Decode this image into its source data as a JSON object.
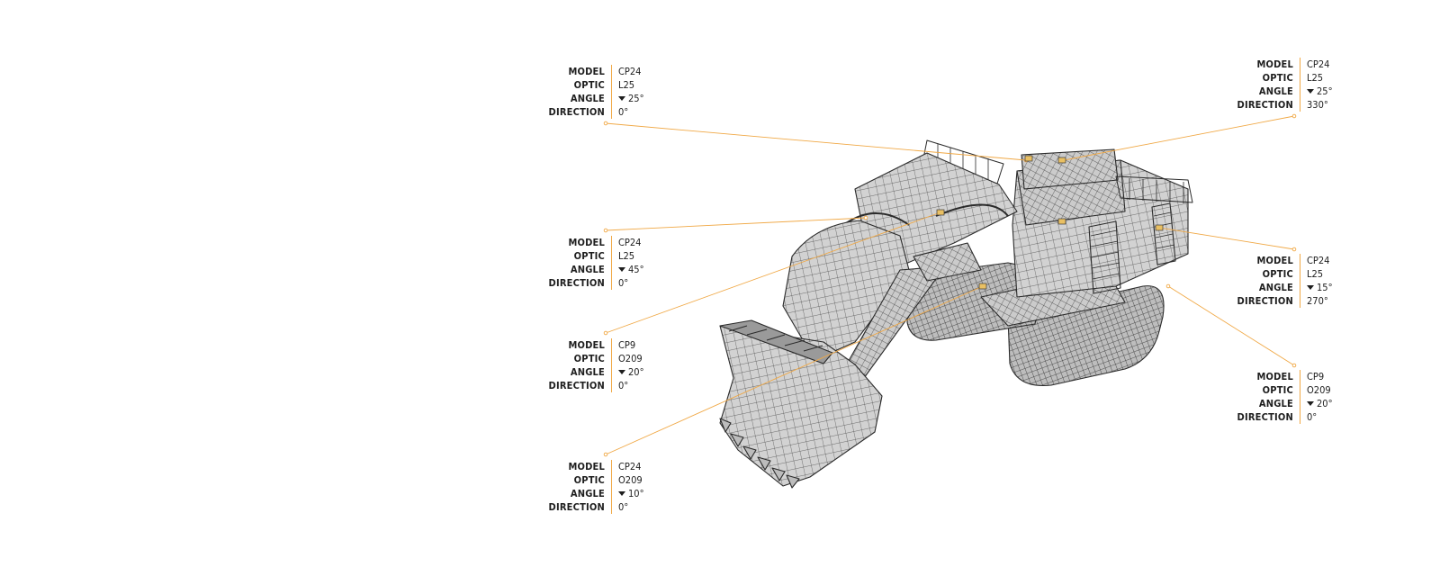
{
  "labels": {
    "model": "MODEL",
    "optic": "OPTIC",
    "angle": "ANGLE",
    "direction": "DIRECTION"
  },
  "colors": {
    "leader": "#f0a845",
    "mesh_fill": "#d2d2d2",
    "mesh_line": "#3a3a3a",
    "text": "#1e1e1e"
  },
  "cameras": [
    {
      "id": "cam-1",
      "model": "CP24",
      "optic": "L25",
      "angle": "25°",
      "direction": "0°"
    },
    {
      "id": "cam-2",
      "model": "CP24",
      "optic": "L25",
      "angle": "45°",
      "direction": "0°"
    },
    {
      "id": "cam-3",
      "model": "CP9",
      "optic": "O209",
      "angle": "20°",
      "direction": "0°"
    },
    {
      "id": "cam-4",
      "model": "CP24",
      "optic": "O209",
      "angle": "10°",
      "direction": "0°"
    },
    {
      "id": "cam-5",
      "model": "CP24",
      "optic": "L25",
      "angle": "25°",
      "direction": "330°"
    },
    {
      "id": "cam-6",
      "model": "CP24",
      "optic": "L25",
      "angle": "15°",
      "direction": "270°"
    },
    {
      "id": "cam-7",
      "model": "CP9",
      "optic": "O209",
      "angle": "20°",
      "direction": "0°"
    }
  ],
  "angle_icon": "triangle-down-icon",
  "machine_icon": "mining-shovel-wireframe"
}
